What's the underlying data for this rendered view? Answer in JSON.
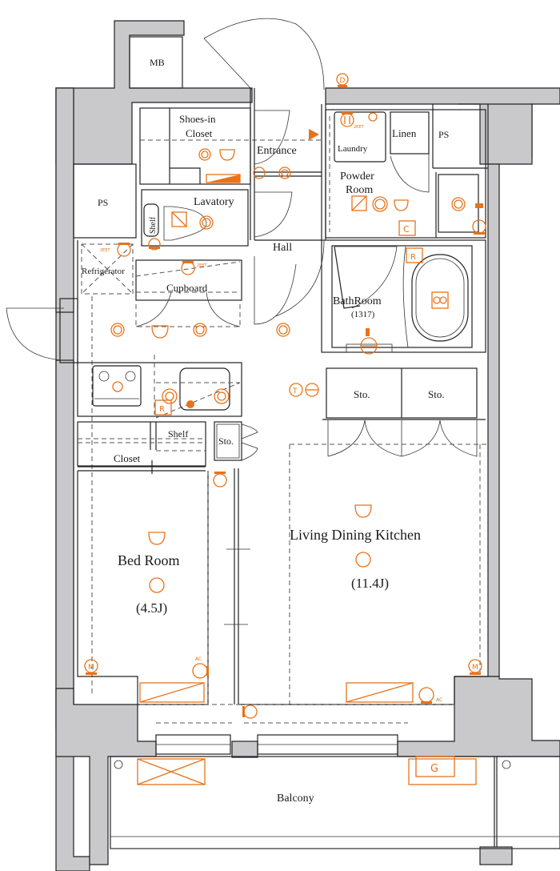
{
  "floor_plan": {
    "accent_color": "#e8731a",
    "wall_color": "#c9c9cb",
    "rooms": {
      "mb": "MB",
      "ps_left": "PS",
      "ps_right": "PS",
      "shoes_closet_line1": "Shoes-in",
      "shoes_closet_line2": "Closet",
      "entrance": "Entrance",
      "laundry": "Laundry",
      "linen": "Linen",
      "powder_room_line1": "Powder",
      "powder_room_line2": "Room",
      "lavatory": "Lavatory",
      "lavatory_shelf": "Shelf",
      "hall": "Hall",
      "refrigerator": "Refrigerator",
      "cupboard": "Cupboard",
      "bathroom": "BathRoom",
      "bathroom_size": "(1317)",
      "storage_1": "Sto.",
      "storage_2": "Sto.",
      "storage_3": "Sto.",
      "shelf": "Shelf",
      "closet": "Closet",
      "bedroom": "Bed Room",
      "bedroom_size": "(4.5J)",
      "ldk": "Living Dining Kitchen",
      "ldk_size": "(11.4J)",
      "balcony": "Balcony"
    },
    "symbols": {
      "doorbell": "D",
      "panel_c": "C",
      "panel_r_bath": "R",
      "panel_r_kitchen": "R",
      "thermostat": "T",
      "meter_left": "M",
      "meter_right": "M",
      "gas": "G",
      "ac_label": "AC",
      "outlet_2eet": "2EET"
    }
  }
}
